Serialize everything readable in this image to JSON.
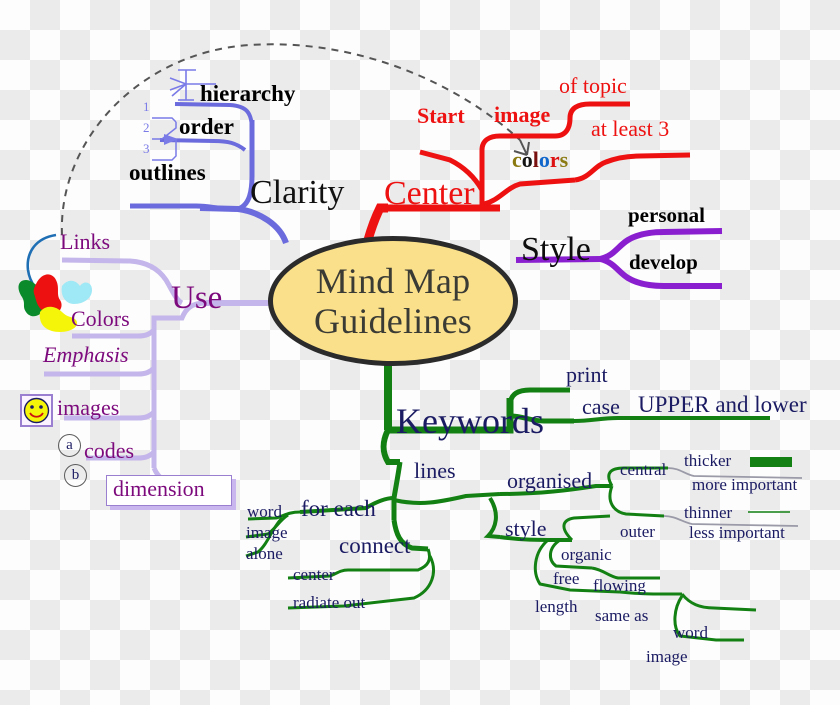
{
  "title": "Mind Map Guidelines",
  "center_node": {
    "line1": "Mind Map",
    "line2": "Guidelines",
    "fill": "#fae08a",
    "stroke": "#2b2b2b"
  },
  "branches": {
    "clarity": {
      "label": "Clarity",
      "color": "#6b6bdd",
      "children": [
        {
          "label": "hierarchy",
          "icon": "tree-diagram-icon"
        },
        {
          "label": "order",
          "icon": "numbered-list-icon",
          "icon_numbers": [
            "1",
            "2",
            "3"
          ]
        },
        {
          "label": "outlines"
        }
      ]
    },
    "center": {
      "label": "Center",
      "color": "#ee1111",
      "children": [
        {
          "label": "Start"
        },
        {
          "label": "image",
          "children": [
            {
              "label": "of topic"
            }
          ]
        },
        {
          "label": "colors",
          "letter_colors": [
            "#8a7a11",
            "#141414",
            "#7a1111",
            "#1166cc",
            "#dd1111",
            "#8a7a11"
          ],
          "letters": [
            "c",
            "o",
            "l",
            "o",
            "r",
            "s"
          ],
          "children": [
            {
              "label": "at least 3"
            }
          ]
        }
      ]
    },
    "style": {
      "label": "Style",
      "color": "#8a1fd0",
      "children": [
        {
          "label": "personal"
        },
        {
          "label": "develop"
        }
      ]
    },
    "use": {
      "label": "Use",
      "color": "#c4b6ea",
      "text_color": "#7d0a7d",
      "children": [
        {
          "label": "Links",
          "icon": "blue-curved-arrow-icon"
        },
        {
          "label": "Colors",
          "icon": "paint-splash-icon"
        },
        {
          "label": "Emphasis",
          "italic": true
        },
        {
          "label": "images",
          "icon": "smiley-face-icon"
        },
        {
          "label": "codes",
          "icon": "circled-letter-a-icon",
          "icon_letter": "a"
        },
        {
          "label": "dimension",
          "icon": "circled-letter-b-icon",
          "icon_letter": "b",
          "boxed": true
        }
      ]
    },
    "keywords": {
      "label": "Keywords",
      "color": "#128012",
      "text_color": "#1b1b63",
      "children": [
        {
          "label": "print"
        },
        {
          "label": "case",
          "children": [
            {
              "label": "UPPER and lower"
            }
          ]
        },
        {
          "label": "lines",
          "children": [
            {
              "label": "for each",
              "children": [
                {
                  "label": "word"
                },
                {
                  "label": "image"
                },
                {
                  "label": "alone"
                }
              ]
            },
            {
              "label": "connect",
              "children": [
                {
                  "label": "center"
                },
                {
                  "label": "radiate out"
                }
              ]
            }
          ]
        },
        {
          "label": "organised",
          "children": [
            {
              "label": "central",
              "children": [
                {
                  "label": "thicker",
                  "swatch": "thick-green-bar"
                },
                {
                  "label": "more important"
                }
              ]
            },
            {
              "label": "outer",
              "children": [
                {
                  "label": "thinner",
                  "swatch": "thin-green-line"
                },
                {
                  "label": "less important"
                }
              ]
            }
          ]
        },
        {
          "label": "style",
          "children": [
            {
              "label": "organic"
            },
            {
              "label": "free",
              "children": [
                {
                  "label": "flowing"
                }
              ]
            },
            {
              "label": "length",
              "children": [
                {
                  "label": "same as",
                  "children": [
                    {
                      "label": "word"
                    },
                    {
                      "label": "image"
                    }
                  ]
                }
              ]
            }
          ]
        }
      ]
    }
  },
  "annotations": {
    "dashed_arc": {
      "name": "dashed-pointer-arc",
      "color": "#555555",
      "from": "Links",
      "to": "colors"
    }
  },
  "colors": {
    "clarity_line": "#6b6bdd",
    "center_line": "#ee1111",
    "style_line": "#8a1fd0",
    "use_line": "#c4b6ea",
    "keywords_line": "#128012",
    "keywords_thin": "#2e8b2e",
    "gray_thin": "#9a9aa8",
    "navy_text": "#1b1b63",
    "purple_text": "#7d0a7d",
    "splash_green": "#0a8a2a",
    "splash_red": "#ee1111",
    "splash_cyan": "#9fe8f5",
    "splash_yellow": "#f5f50a",
    "smiley_yellow": "#f5f50a"
  }
}
